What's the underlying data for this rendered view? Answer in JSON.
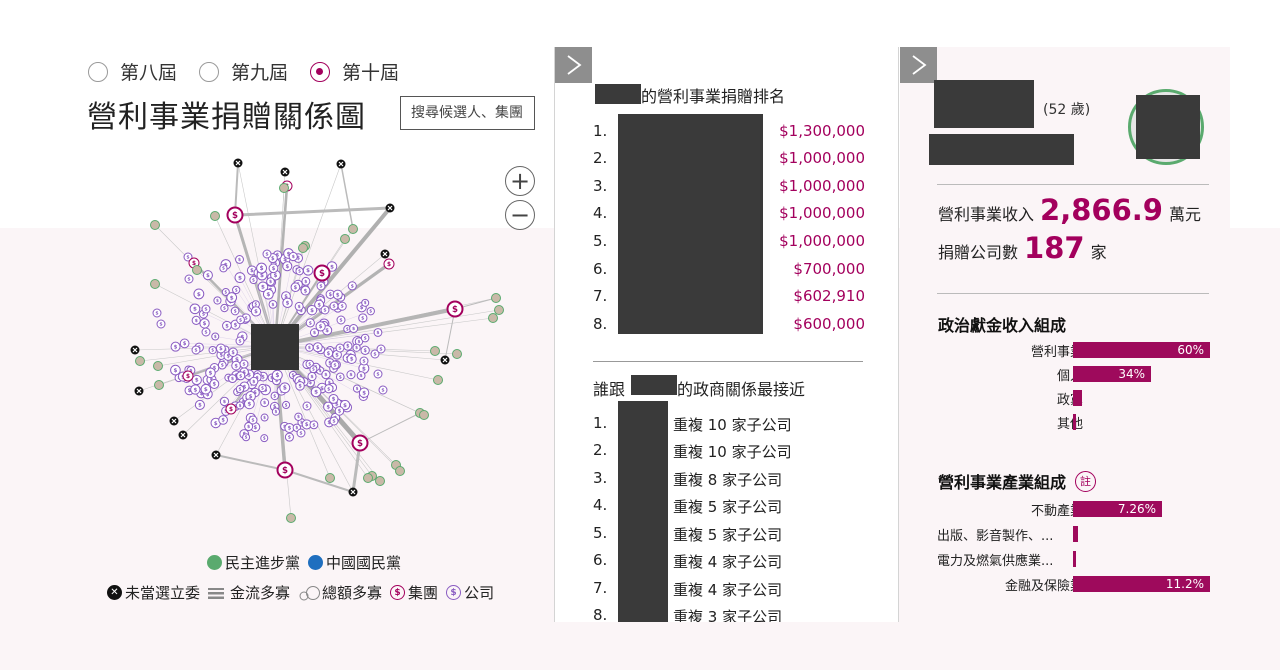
{
  "terms": [
    {
      "label": "第八屆",
      "selected": false
    },
    {
      "label": "第九屆",
      "selected": false
    },
    {
      "label": "第十屆",
      "selected": true
    }
  ],
  "title": "營利事業捐贈關係圖",
  "search": {
    "placeholder": "搜尋候選人、集團"
  },
  "zoom": {
    "in": "+",
    "out": "−"
  },
  "legend": {
    "dpp": "民主進步黨",
    "kmt": "中國國民黨",
    "not_elected": "未當選立委",
    "money_flow": "金流多寡",
    "total_amount": "總額多寡",
    "group": "集團",
    "company": "公司"
  },
  "ranking": {
    "title_suffix": "的營利事業捐贈排名",
    "items": [
      {
        "num": "1.",
        "amount": "$1,300,000"
      },
      {
        "num": "2.",
        "amount": "$1,000,000"
      },
      {
        "num": "3.",
        "amount": "$1,000,000"
      },
      {
        "num": "4.",
        "amount": "$1,000,000"
      },
      {
        "num": "5.",
        "amount": "$1,000,000"
      },
      {
        "num": "6.",
        "amount": "$700,000"
      },
      {
        "num": "7.",
        "amount": "$602,910"
      },
      {
        "num": "8.",
        "amount": "$600,000"
      }
    ]
  },
  "relations": {
    "title_prefix": "誰跟",
    "title_suffix": "的政商關係最接近",
    "items": [
      {
        "num": "1.",
        "text": "重複 10 家子公司"
      },
      {
        "num": "2.",
        "text": "重複 10 家子公司"
      },
      {
        "num": "3.",
        "text": "重複 8 家子公司"
      },
      {
        "num": "4.",
        "text": "重複 5 家子公司"
      },
      {
        "num": "5.",
        "text": "重複 5 家子公司"
      },
      {
        "num": "6.",
        "text": "重複 4 家子公司"
      },
      {
        "num": "7.",
        "text": "重複 4 家子公司"
      },
      {
        "num": "8.",
        "text": "重複 3 家子公司"
      }
    ]
  },
  "profile": {
    "age": "(52 歲)",
    "income_label": "營利事業收入",
    "income_value": "2,866.9",
    "income_unit": "萬元",
    "companies_label": "捐贈公司數",
    "companies_value": "187",
    "companies_unit": "家",
    "party_color": "#5aaa6e"
  },
  "income_composition": {
    "title": "政治獻金收入組成",
    "items": [
      {
        "label": "營利事業",
        "value": "60%",
        "fraction": 0.6
      },
      {
        "label": "個人",
        "value": "34%",
        "fraction": 0.34
      },
      {
        "label": "政黨",
        "value": "",
        "fraction": 0.04
      },
      {
        "label": "其他",
        "value": "",
        "fraction": 0.01
      }
    ]
  },
  "industry_composition": {
    "title": "營利事業產業組成",
    "note": "註",
    "items": [
      {
        "label": "不動產業",
        "value": "7.26%",
        "fraction": 0.0726
      },
      {
        "label": "出版、影音製作、...",
        "value": "",
        "fraction": 0.004
      },
      {
        "label": "電力及燃氣供應業...",
        "value": "",
        "fraction": 0.002
      },
      {
        "label": "金融及保險業",
        "value": "11.2%",
        "fraction": 0.112
      }
    ]
  },
  "colors": {
    "accent": "#a3005d",
    "dpp_green": "#5aaa6e",
    "kmt_blue": "#1f6fbf",
    "company_purple": "#8a5cc2",
    "bar": "#9e0a5c"
  }
}
